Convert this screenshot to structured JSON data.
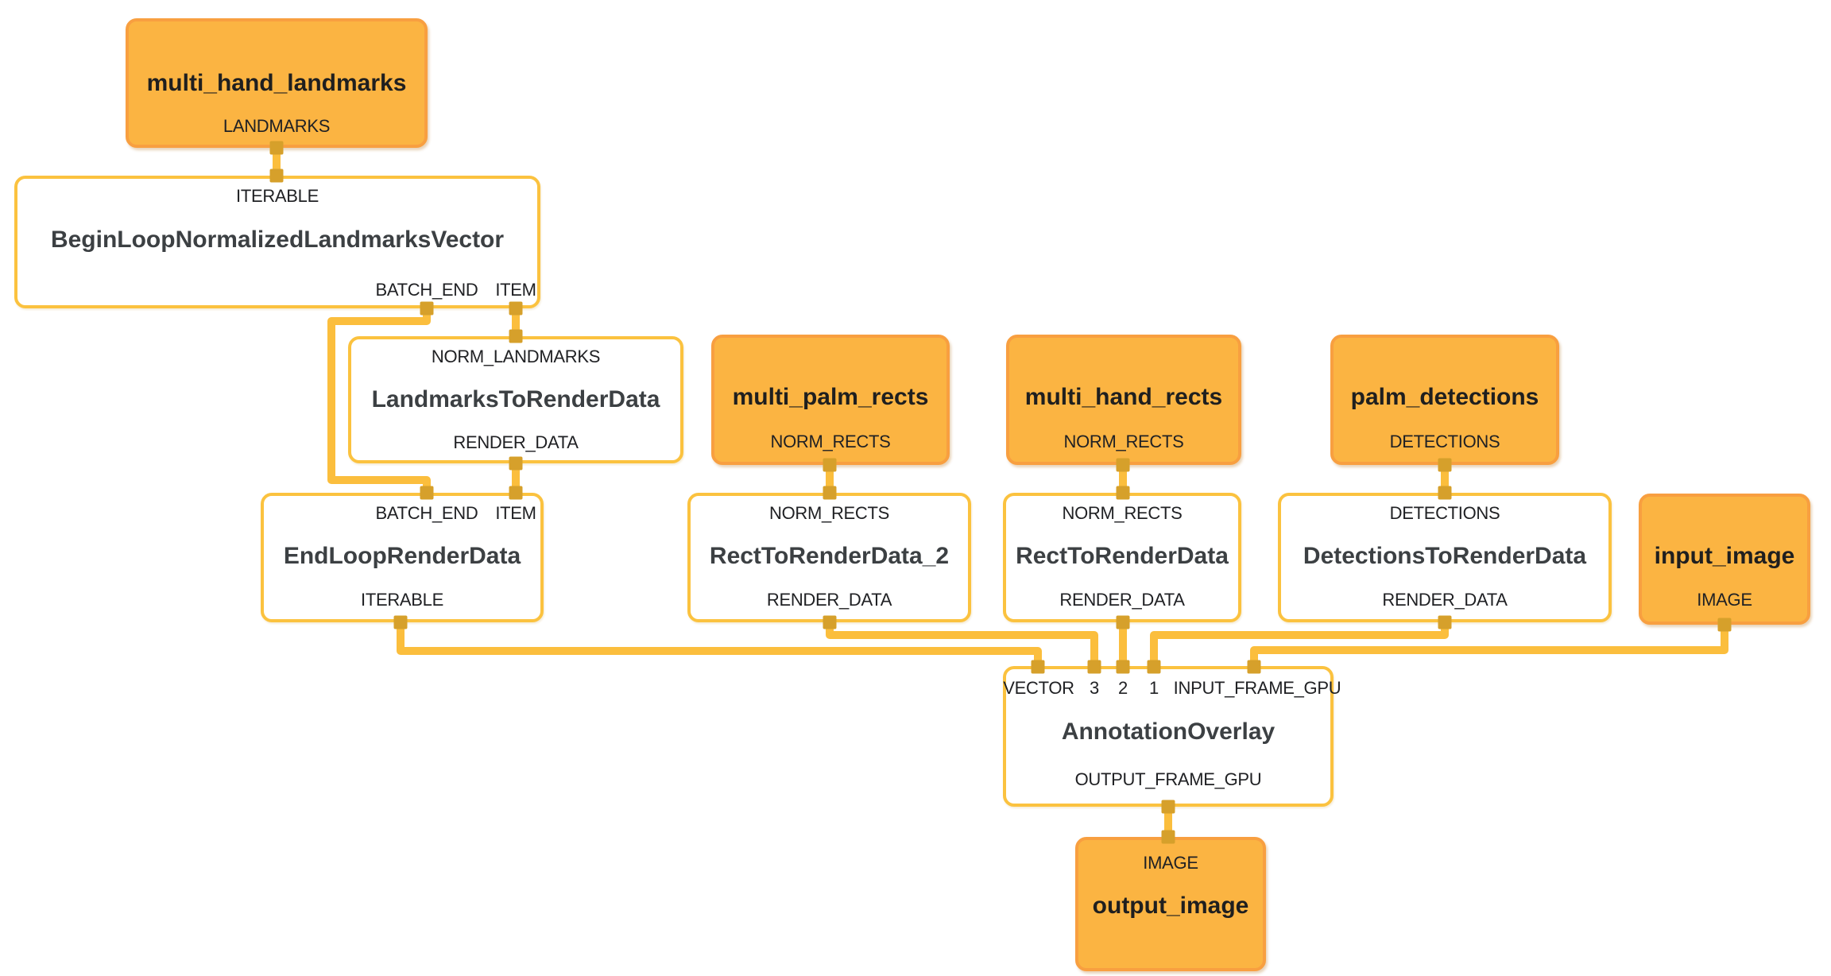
{
  "diagram": {
    "type": "mediapipe-graph",
    "background": "#ffffff",
    "colors": {
      "wire": "#FBBE3D",
      "port_square": "#D6A02B",
      "stream_node_fill": "#FBB442",
      "stream_node_border": "#F89F40",
      "calculator_node_border": "#FBC23F",
      "calculator_title_text": "#3C4043",
      "stream_title_text": "#1F1F1F",
      "port_label_text": "#202124"
    },
    "nodes": [
      {
        "id": "multi_hand_landmarks",
        "kind": "stream",
        "title": "multi_hand_landmarks",
        "inputs": [],
        "outputs": [
          "LANDMARKS"
        ]
      },
      {
        "id": "BeginLoopNormalizedLandmarksVector",
        "kind": "calculator",
        "title": "BeginLoopNormalizedLandmarksVector",
        "inputs": [
          "ITERABLE"
        ],
        "outputs": [
          "BATCH_END",
          "ITEM"
        ]
      },
      {
        "id": "LandmarksToRenderData",
        "kind": "calculator",
        "title": "LandmarksToRenderData",
        "inputs": [
          "NORM_LANDMARKS"
        ],
        "outputs": [
          "RENDER_DATA"
        ]
      },
      {
        "id": "multi_palm_rects",
        "kind": "stream",
        "title": "multi_palm_rects",
        "inputs": [],
        "outputs": [
          "NORM_RECTS"
        ]
      },
      {
        "id": "multi_hand_rects",
        "kind": "stream",
        "title": "multi_hand_rects",
        "inputs": [],
        "outputs": [
          "NORM_RECTS"
        ]
      },
      {
        "id": "palm_detections",
        "kind": "stream",
        "title": "palm_detections",
        "inputs": [],
        "outputs": [
          "DETECTIONS"
        ]
      },
      {
        "id": "EndLoopRenderData",
        "kind": "calculator",
        "title": "EndLoopRenderData",
        "inputs": [
          "BATCH_END",
          "ITEM"
        ],
        "outputs": [
          "ITERABLE"
        ]
      },
      {
        "id": "RectToRenderData_2",
        "kind": "calculator",
        "title": "RectToRenderData_2",
        "inputs": [
          "NORM_RECTS"
        ],
        "outputs": [
          "RENDER_DATA"
        ]
      },
      {
        "id": "RectToRenderData",
        "kind": "calculator",
        "title": "RectToRenderData",
        "inputs": [
          "NORM_RECTS"
        ],
        "outputs": [
          "RENDER_DATA"
        ]
      },
      {
        "id": "DetectionsToRenderData",
        "kind": "calculator",
        "title": "DetectionsToRenderData",
        "inputs": [
          "DETECTIONS"
        ],
        "outputs": [
          "RENDER_DATA"
        ]
      },
      {
        "id": "input_image",
        "kind": "stream",
        "title": "input_image",
        "inputs": [],
        "outputs": [
          "IMAGE"
        ]
      },
      {
        "id": "AnnotationOverlay",
        "kind": "calculator",
        "title": "AnnotationOverlay",
        "inputs": [
          "VECTOR",
          "3",
          "2",
          "1",
          "INPUT_FRAME_GPU"
        ],
        "outputs": [
          "OUTPUT_FRAME_GPU"
        ]
      },
      {
        "id": "output_image",
        "kind": "stream",
        "title": "output_image",
        "inputs": [
          "IMAGE"
        ],
        "outputs": []
      }
    ],
    "edges": [
      {
        "from": "multi_hand_landmarks",
        "output": "LANDMARKS",
        "to": "BeginLoopNormalizedLandmarksVector",
        "input": "ITERABLE"
      },
      {
        "from": "BeginLoopNormalizedLandmarksVector",
        "output": "BATCH_END",
        "to": "EndLoopRenderData",
        "input": "BATCH_END"
      },
      {
        "from": "BeginLoopNormalizedLandmarksVector",
        "output": "ITEM",
        "to": "LandmarksToRenderData",
        "input": "NORM_LANDMARKS"
      },
      {
        "from": "LandmarksToRenderData",
        "output": "RENDER_DATA",
        "to": "EndLoopRenderData",
        "input": "ITEM"
      },
      {
        "from": "multi_palm_rects",
        "output": "NORM_RECTS",
        "to": "RectToRenderData_2",
        "input": "NORM_RECTS"
      },
      {
        "from": "multi_hand_rects",
        "output": "NORM_RECTS",
        "to": "RectToRenderData",
        "input": "NORM_RECTS"
      },
      {
        "from": "palm_detections",
        "output": "DETECTIONS",
        "to": "DetectionsToRenderData",
        "input": "DETECTIONS"
      },
      {
        "from": "EndLoopRenderData",
        "output": "ITERABLE",
        "to": "AnnotationOverlay",
        "input": "VECTOR"
      },
      {
        "from": "RectToRenderData_2",
        "output": "RENDER_DATA",
        "to": "AnnotationOverlay",
        "input": "3"
      },
      {
        "from": "RectToRenderData",
        "output": "RENDER_DATA",
        "to": "AnnotationOverlay",
        "input": "2"
      },
      {
        "from": "DetectionsToRenderData",
        "output": "RENDER_DATA",
        "to": "AnnotationOverlay",
        "input": "1"
      },
      {
        "from": "input_image",
        "output": "IMAGE",
        "to": "AnnotationOverlay",
        "input": "INPUT_FRAME_GPU"
      },
      {
        "from": "AnnotationOverlay",
        "output": "OUTPUT_FRAME_GPU",
        "to": "output_image",
        "input": "IMAGE"
      }
    ]
  }
}
